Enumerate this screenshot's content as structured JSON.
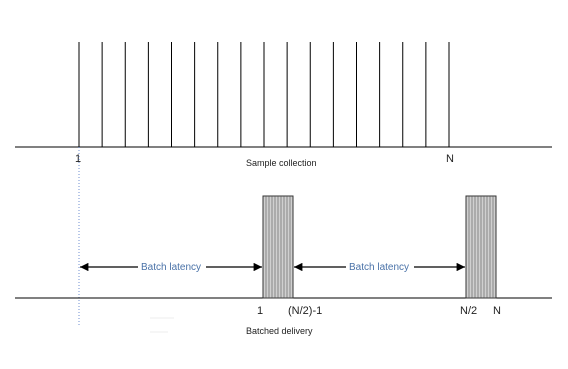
{
  "top_panel": {
    "start_label": "1",
    "end_label": "N",
    "caption": "Sample collection",
    "sample_count": 17
  },
  "bottom_panel": {
    "latency_label_1": "Batch latency",
    "latency_label_2": "Batch latency",
    "batch1_start_label": "1",
    "batch1_end_label": "(N/2)-1",
    "batch2_start_label": "N/2",
    "batch2_end_label": "N",
    "caption": "Batched delivery"
  },
  "colors": {
    "line": "#000000",
    "batch_fill": "#d0d0d0",
    "batch_stripe": "#555555",
    "latency_text": "#4a72a8",
    "guide_dotted": "#6f8fd0"
  }
}
